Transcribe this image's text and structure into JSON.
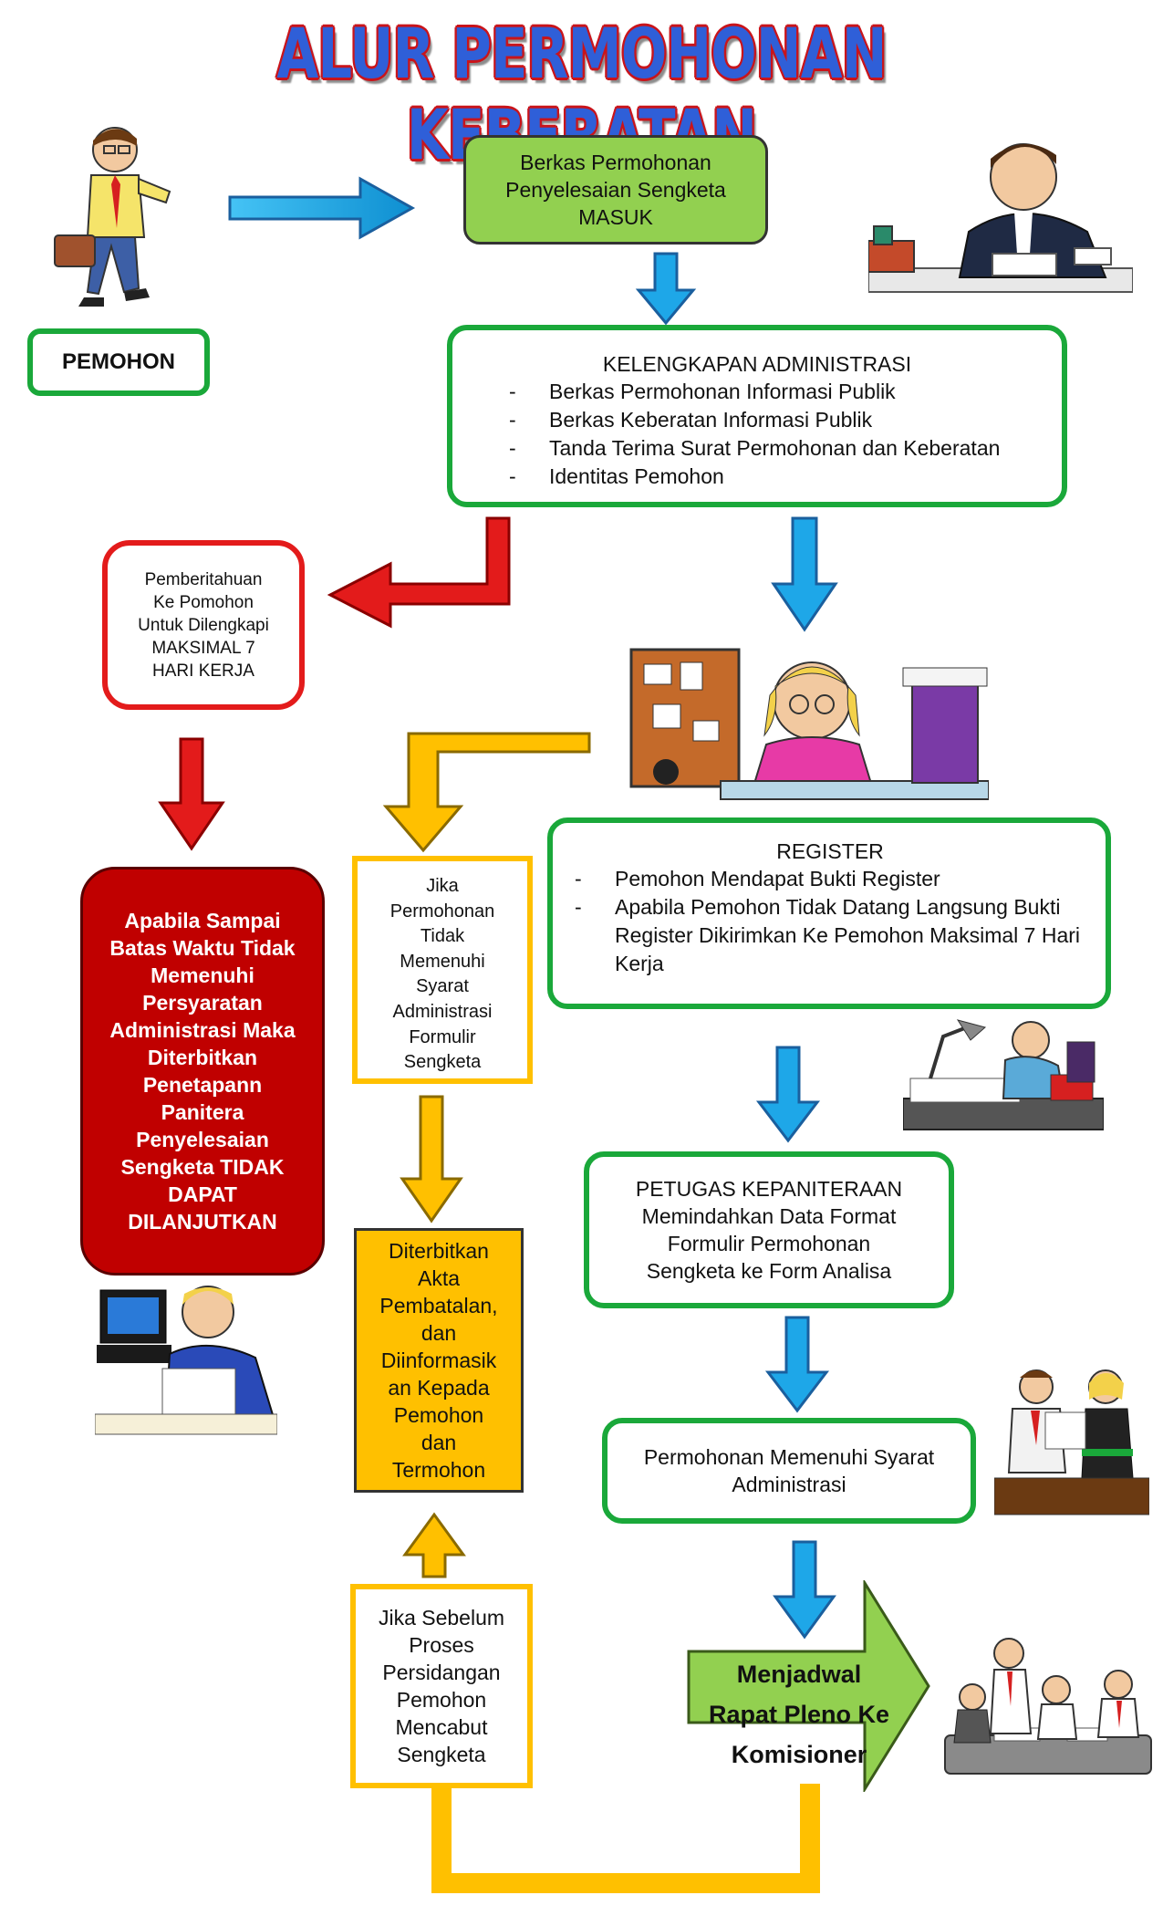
{
  "title": "ALUR PERMOHONAN KEBERATAN",
  "nodes": {
    "pemohon": "PEMOHON",
    "berkas_masuk": [
      "Berkas Permohonan",
      "Penyelesaian Sengketa",
      "MASUK"
    ],
    "kelengkapan": {
      "heading": "KELENGKAPAN ADMINISTRASI",
      "items": [
        "Berkas Permohonan Informasi Publik",
        "Berkas Keberatan Informasi Publik",
        "Tanda Terima Surat Permohonan dan Keberatan",
        "Identitas Pemohon"
      ]
    },
    "pemberitahuan": [
      "Pemberitahuan",
      "Ke Pomohon",
      "Untuk Dilengkapi",
      "MAKSIMAL 7",
      "HARI KERJA"
    ],
    "register": {
      "heading": "REGISTER",
      "items": [
        "Pemohon Mendapat Bukti Register",
        "Apabila Pemohon Tidak Datang Langsung Bukti Register Dikirimkan Ke Pemohon Maksimal 7 Hari Kerja"
      ]
    },
    "tidak_dilanjutkan": [
      "Apabila Sampai",
      "Batas Waktu Tidak",
      "Memenuhi",
      "Persyaratan",
      "Administrasi Maka",
      "Diterbitkan",
      "Penetapann",
      "Panitera",
      "Penyelesaian",
      "Sengketa TIDAK",
      "DAPAT",
      "DILANJUTKAN"
    ],
    "jika_tidak": [
      "Jika",
      "Permohonan",
      "Tidak",
      "Memenuhi",
      "Syarat",
      "Administrasi",
      "Formulir",
      "Sengketa"
    ],
    "petugas": [
      "PETUGAS KEPANITERAAN",
      "Memindahkan Data Format",
      "Formulir Permohonan",
      "Sengketa ke Form Analisa"
    ],
    "akta": [
      "Diterbitkan",
      "Akta",
      "Pembatalan,",
      "dan",
      "Diinformasik",
      "an Kepada",
      "Pemohon",
      "dan",
      "Termohon"
    ],
    "memenuhi": [
      "Permohonan Memenuhi Syarat",
      "Administrasi"
    ],
    "mencabut": [
      "Jika Sebelum",
      "Proses",
      "Persidangan",
      "Pemohon",
      "Mencabut",
      "Sengketa"
    ],
    "rapat": [
      "Menjadwal",
      "Rapat Pleno Ke",
      "Komisioner"
    ]
  },
  "colors": {
    "green_border": "#1aa83a",
    "light_green_fill": "#92d050",
    "red_border": "#e31b1b",
    "dark_red_fill": "#c00000",
    "yellow": "#ffc000",
    "blue_arrow": "#1ea7e8",
    "title_blue": "#2f5fd8"
  },
  "icons": [
    "walking-man-clipart",
    "office-man-writing-clipart",
    "woman-desk-clipart",
    "man-lamp-desk-clipart",
    "man-computer-clipart",
    "two-people-paper-clipart",
    "meeting-group-clipart"
  ]
}
